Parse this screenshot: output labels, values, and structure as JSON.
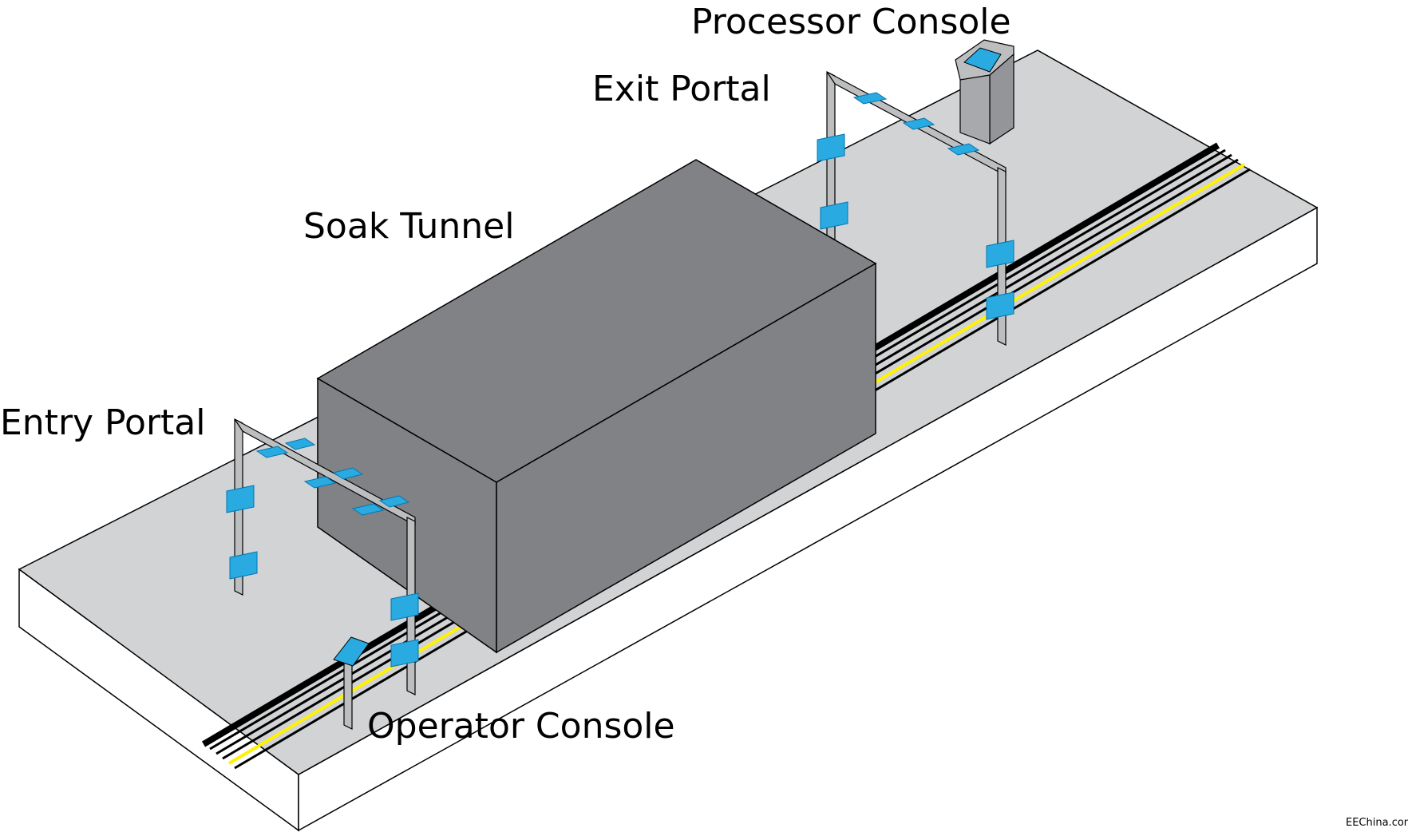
{
  "labels": {
    "processor_console": "Processor Console",
    "exit_portal": "Exit Portal",
    "soak_tunnel": "Soak Tunnel",
    "entry_portal": "Entry Portal",
    "operator_console": "Operator Console",
    "watermark": "EEChina.com"
  },
  "colors": {
    "background": "#ffffff",
    "platform_top": "#d1d3d4",
    "platform_side": "#ffffff",
    "tunnel": "#808285",
    "portal_frame": "#bcbec0",
    "sensor": "#29aae1",
    "road_black": "#000000",
    "road_yellow": "#fff200",
    "console_body": "#a7a9ac",
    "console_screen": "#29aae1"
  },
  "icons": {
    "processor_console": "kiosk-icon",
    "operator_console": "terminal-stand-icon",
    "sensor": "rfid-antenna-icon"
  }
}
